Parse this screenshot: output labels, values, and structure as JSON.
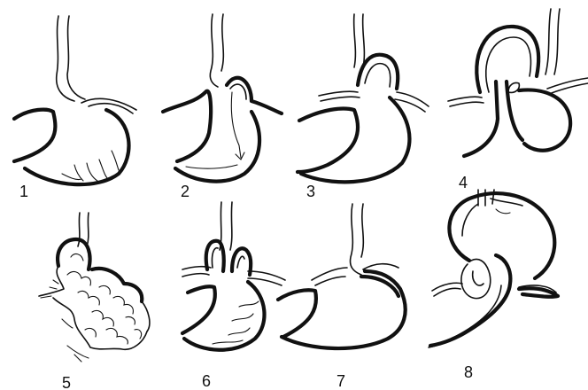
{
  "figure": {
    "panels": [
      {
        "label": "1"
      },
      {
        "label": "2"
      },
      {
        "label": "3"
      },
      {
        "label": "4"
      },
      {
        "label": "5"
      },
      {
        "label": "6"
      },
      {
        "label": "7"
      },
      {
        "label": "8"
      }
    ],
    "colors": {
      "ink": "#111111",
      "background": "#ffffff"
    }
  }
}
